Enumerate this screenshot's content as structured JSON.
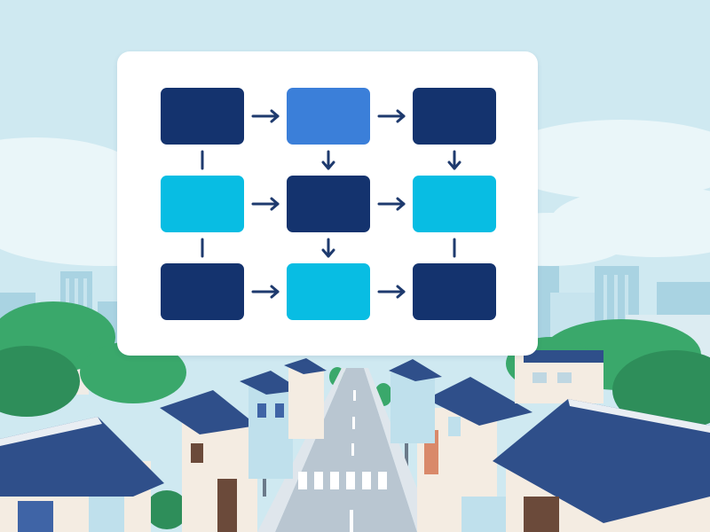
{
  "colors": {
    "sky": "#cfe9f1",
    "cloud": "#eaf6f9",
    "building_far": "#a9d3e2",
    "building_mid": "#c7e4ee",
    "tree": "#3aa86b",
    "tree_dark": "#2e8e5a",
    "roof": "#2f4f8a",
    "roof_light": "#3f64a6",
    "wall": "#f4ece2",
    "wall_blue": "#bfe0ec",
    "road": "#b9c6d1",
    "road_line": "#ffffff",
    "card": "#ffffff",
    "arrow": "#1e3a6e"
  },
  "flowchart": {
    "nodes": [
      {
        "id": "r1c1",
        "color": "#14336e"
      },
      {
        "id": "r1c2",
        "color": "#3b7fd9"
      },
      {
        "id": "r1c3",
        "color": "#14336e"
      },
      {
        "id": "r2c1",
        "color": "#08bde3"
      },
      {
        "id": "r2c2",
        "color": "#14336e"
      },
      {
        "id": "r2c3",
        "color": "#08bde3"
      },
      {
        "id": "r3c1",
        "color": "#14336e"
      },
      {
        "id": "r3c2",
        "color": "#08bde3"
      },
      {
        "id": "r3c3",
        "color": "#14336e"
      }
    ],
    "connectors": [
      {
        "from": "r1c1",
        "to": "r1c2",
        "type": "arrow"
      },
      {
        "from": "r1c2",
        "to": "r1c3",
        "type": "arrow"
      },
      {
        "from": "r2c1",
        "to": "r2c2",
        "type": "arrow"
      },
      {
        "from": "r2c2",
        "to": "r2c3",
        "type": "arrow"
      },
      {
        "from": "r3c1",
        "to": "r3c2",
        "type": "arrow"
      },
      {
        "from": "r3c2",
        "to": "r3c3",
        "type": "arrow"
      },
      {
        "from": "r1c1",
        "to": "r2c1",
        "type": "line"
      },
      {
        "from": "r1c2",
        "to": "r2c2",
        "type": "arrow"
      },
      {
        "from": "r1c3",
        "to": "r2c3",
        "type": "arrow"
      },
      {
        "from": "r2c1",
        "to": "r3c1",
        "type": "line"
      },
      {
        "from": "r2c2",
        "to": "r3c2",
        "type": "arrow"
      },
      {
        "from": "r2c3",
        "to": "r3c3",
        "type": "line"
      }
    ]
  }
}
